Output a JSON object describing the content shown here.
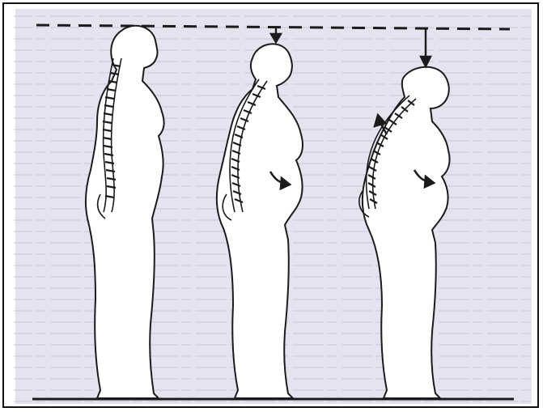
{
  "figure": {
    "subject": "posture-progression-three-figures",
    "colors": {
      "paper": "#e6e3f0",
      "background_text": "#c9c5d6",
      "ink": "#1b1b1b",
      "silhouette_fill": "#ffffff",
      "frame": "#111111"
    },
    "figures": [
      {
        "id": "upright",
        "posture": "upright",
        "height_loss_arrow": false,
        "abdominal_arrow": false,
        "kyphosis_arrow": false
      },
      {
        "id": "moderate",
        "posture": "moderate-stoop",
        "height_loss_arrow": true,
        "abdominal_arrow": true,
        "kyphosis_arrow": false
      },
      {
        "id": "severe",
        "posture": "severe-stoop",
        "height_loss_arrow": true,
        "abdominal_arrow": true,
        "kyphosis_arrow": true
      }
    ],
    "reference_line": "dashed",
    "ground_line": "solid"
  }
}
